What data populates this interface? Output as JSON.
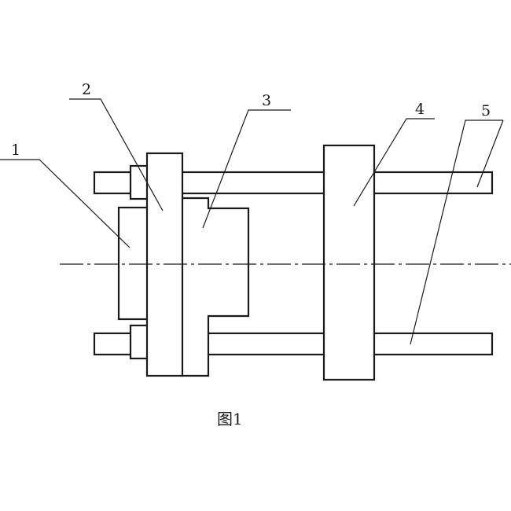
{
  "labels": {
    "part1": "1",
    "part2": "2",
    "part3": "3",
    "part4": "4",
    "part5": "5"
  },
  "caption": "图1",
  "colors": {
    "line": "#1a1a1a",
    "background": "#ffffff"
  }
}
